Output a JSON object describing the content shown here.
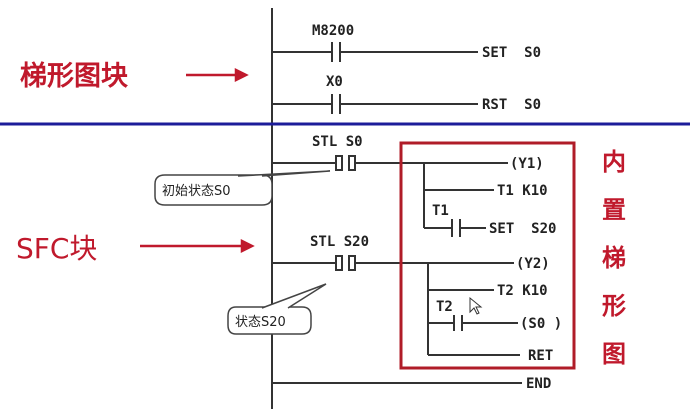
{
  "left_labels": {
    "ladder_block": "梯形图块",
    "sfc_block": "SFC块"
  },
  "right_label": [
    "内",
    "置",
    "梯",
    "形",
    "图"
  ],
  "rungs": {
    "r1": {
      "contact": "M8200",
      "output": "SET  S0"
    },
    "r2": {
      "contact": "X0",
      "output": "RST  S0"
    },
    "stl1": {
      "label": "STL S0",
      "callout": "初始状态S0",
      "out1": "(Y1)",
      "out2": "T1 K10",
      "contact": "T1",
      "out3": "SET  S20"
    },
    "stl2": {
      "label": "STL S20",
      "callout": "状态S20",
      "out1": "(Y2)",
      "out2": "T2 K10",
      "contact": "T2",
      "out3": "(S0 )",
      "out4": "RET"
    },
    "end": {
      "output": "END"
    }
  },
  "colors": {
    "red": "#c0192c",
    "blue": "#1c1c9a",
    "line": "#333333"
  }
}
